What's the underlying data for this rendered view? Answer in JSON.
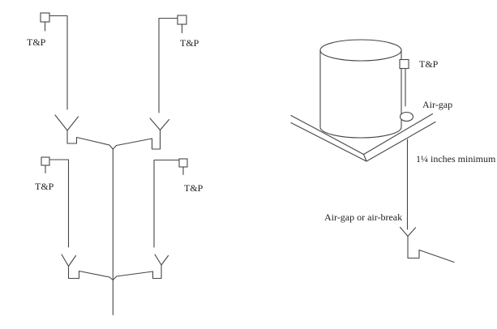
{
  "diagram": {
    "left_figure": {
      "description": "manifolded T&P relief valve discharges to common drain with air-gap funnels",
      "tp_label_top_left": "T&P",
      "tp_label_top_right": "T&P",
      "tp_label_bottom_left": "T&P",
      "tp_label_bottom_right": "T&P"
    },
    "right_figure": {
      "description": "water heater tank on drain pan with air-gap discharge",
      "tp_label": "T&P",
      "air_gap_label": "Air-gap",
      "clearance_label": "1¼ inches minimum",
      "discharge_label": "Air-gap or air-break"
    },
    "colors": {
      "line": "#464646",
      "text": "#1f1f1f",
      "background": "#ffffff"
    }
  }
}
